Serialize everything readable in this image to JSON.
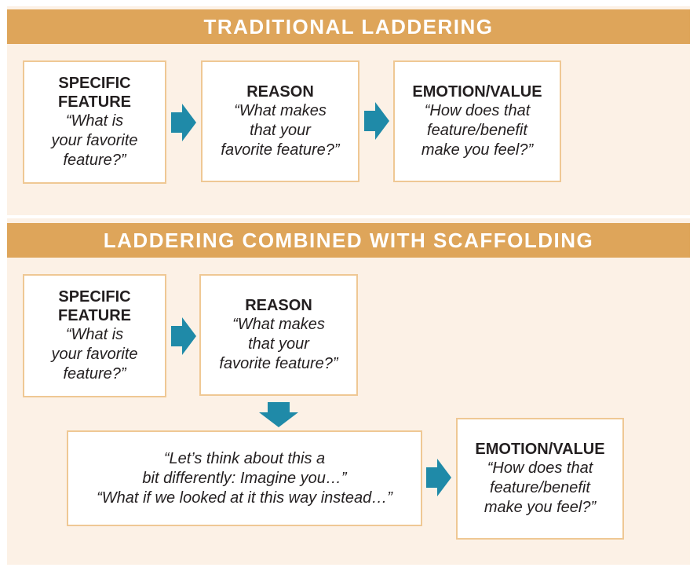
{
  "colors": {
    "banner": "#dea55a",
    "panel": "#fcf1e6",
    "box_border": "#efc894",
    "arrow": "#1f8aa8",
    "text": "#231f20"
  },
  "traditional": {
    "title": "TRADITIONAL LADDERING",
    "boxes": [
      {
        "head": "SPECIFIC\nFEATURE",
        "question": "“What is\nyour favorite\nfeature?”"
      },
      {
        "head": "REASON",
        "question": "“What makes\nthat your\nfavorite feature?”"
      },
      {
        "head": "EMOTION/VALUE",
        "question": "“How does that\nfeature/benefit\nmake you feel?”"
      }
    ]
  },
  "scaffolding": {
    "title": "LADDERING COMBINED WITH SCAFFOLDING",
    "boxes": [
      {
        "head": "SPECIFIC\nFEATURE",
        "question": "“What is\nyour favorite\nfeature?”"
      },
      {
        "head": "REASON",
        "question": "“What makes\nthat your\nfavorite feature?”"
      },
      {
        "head": "",
        "question": "“Let’s think about this a\nbit differently: Imagine you…”\n“What if we looked at it this way instead…”"
      },
      {
        "head": "EMOTION/VALUE",
        "question": "“How does that\nfeature/benefit\nmake you feel?”"
      }
    ]
  }
}
